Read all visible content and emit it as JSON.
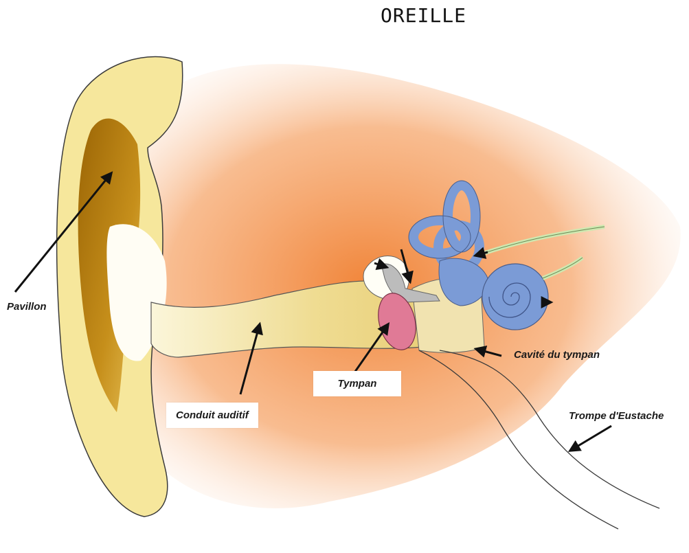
{
  "title": "OREILLE",
  "labels": {
    "pavillon": "Pavillon",
    "conduit": "Conduit auditif",
    "tympan": "Tympan",
    "cavite": "Cavité du tympan",
    "trompe": "Trompe d'Eustache"
  },
  "colors": {
    "skin": "#f4a060",
    "cartilage": "#f5e79a",
    "cartilage_dark": "#a8740a",
    "canal": "#f1e3a0",
    "eardrum": "#e07a96",
    "inner_ear": "#7b9bd6",
    "nerve": "#cfe8b0"
  }
}
